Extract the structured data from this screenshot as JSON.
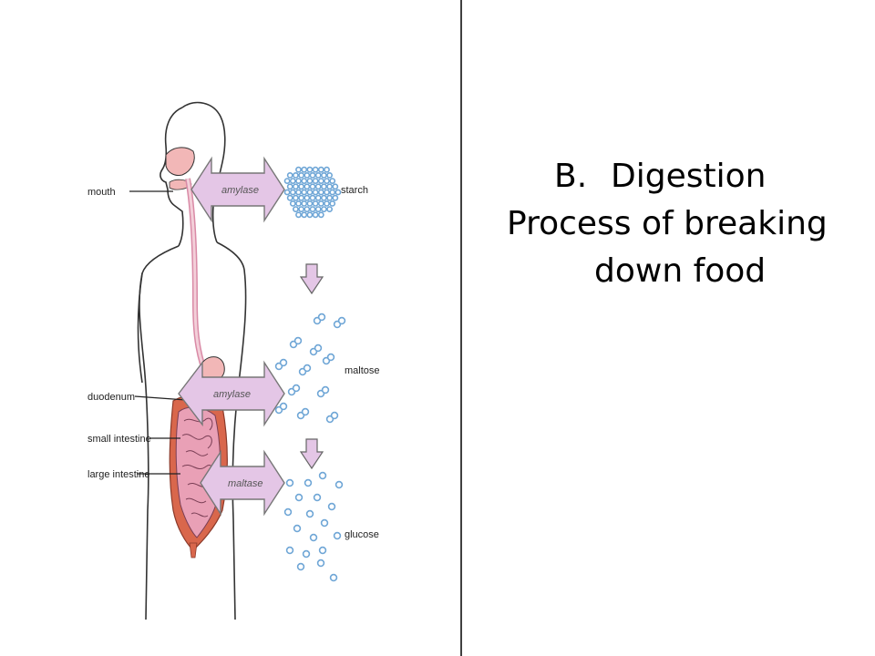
{
  "diagram": {
    "organ_labels": {
      "mouth": "mouth",
      "duodenum": "duodenum",
      "small_intestine": "small intestine",
      "large_intestine": "large intestine"
    },
    "enzymes": {
      "top": "amylase",
      "middle": "amylase",
      "bottom": "maltase"
    },
    "molecules": {
      "top": "starch",
      "middle": "maltose",
      "bottom": "glucose"
    },
    "colors": {
      "arrow_fill": "#e4c6e6",
      "arrow_stroke": "#777777",
      "molecule": "#6fa6d6",
      "organ_pink": "#f2b7b7",
      "intestine_fill": "#e9a0b6",
      "colon_orange": "#d9674c",
      "divider": "#000000"
    }
  },
  "slide": {
    "marker": "B.",
    "heading": "Digestion",
    "description_line1": "Process of breaking",
    "description_line2": "down food"
  }
}
